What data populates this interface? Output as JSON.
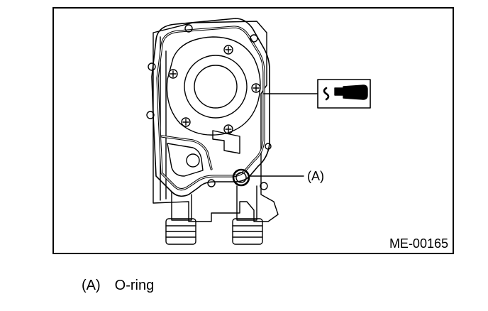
{
  "figure": {
    "callout_label": "(A)",
    "figure_id": "ME-00165",
    "icon": "liquid-gasket-icon"
  },
  "legend": [
    {
      "key": "(A)",
      "text": "O-ring"
    }
  ],
  "colors": {
    "ink": "#000000",
    "paper": "#ffffff"
  }
}
